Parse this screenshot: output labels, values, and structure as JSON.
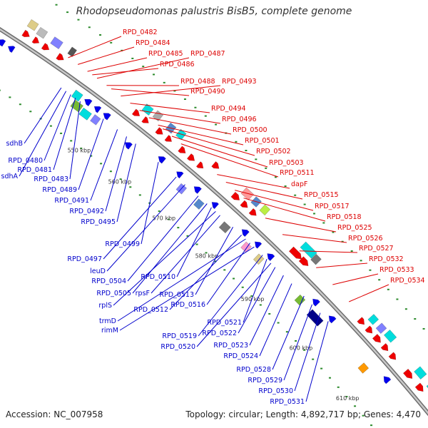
{
  "title": "Rhodopseudomonas palustris BisB5, complete genome",
  "footer": {
    "accession": "Accession: NC_007958",
    "stats": "Topology: circular; Length: 4,892,717 bp; Genes: 4,470"
  },
  "colors": {
    "forward_label": "#dd0000",
    "reverse_label": "#0000cc",
    "backbone": "#999999"
  },
  "ticks": [
    "550 kbp",
    "560 kbp",
    "570 kbp",
    "580 kbp",
    "590 kbp",
    "600 kbp",
    "610 kbp"
  ],
  "forward_genes": [
    "RPD_0482",
    "RPD_0484",
    "RPD_0485",
    "RPD_0487",
    "RPD_0486",
    "RPD_0488",
    "RPD_0493",
    "RPD_0490",
    "RPD_0494",
    "RPD_0496",
    "RPD_0500",
    "RPD_0501",
    "RPD_0502",
    "RPD_0503",
    "RPD_0511",
    "dapF",
    "RPD_0515",
    "RPD_0517",
    "RPD_0518",
    "RPD_0525",
    "RPD_0526",
    "RPD_0527",
    "RPD_0532",
    "RPD_0533",
    "RPD_0534"
  ],
  "reverse_genes": [
    "sdhB",
    "RPD_0480",
    "RPD_0481",
    "sdhA",
    "RPD_0483",
    "RPD_0489",
    "RPD_0491",
    "RPD_0492",
    "RPD_0495",
    "RPD_0499",
    "RPD_0497",
    "leuD",
    "RPD_0504",
    "RPD_0510",
    "RPD_0505",
    "rpsF",
    "RPD_0513",
    "rplS",
    "RPD_0512",
    "RPD_0516",
    "trmD",
    "rimM",
    "RPD_0521",
    "RPD_0522",
    "RPD_0519",
    "RPD_0520",
    "RPD_0523",
    "RPD_0524",
    "RPD_0528",
    "RPD_0529",
    "RPD_0530",
    "RPD_0531"
  ]
}
